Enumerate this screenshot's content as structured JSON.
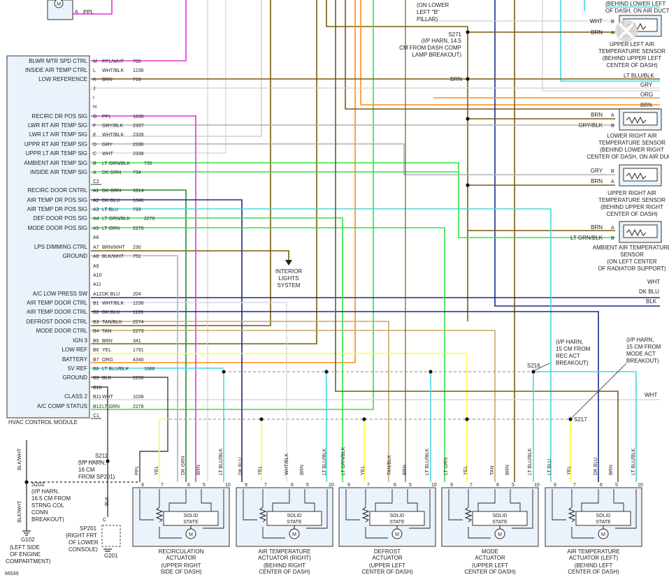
{
  "colors": {
    "pink": "#e531d8",
    "dkgrn": "#1f8a2b",
    "ltgrn": "#33e043",
    "dkblu": "#1a2a8a",
    "ltblu": "#45d9e0",
    "brn": "#7a5a10",
    "orange": "#ff8c1a",
    "yellow": "#ffff33",
    "gray": "#b0b0b0",
    "white": "#d0d0d0",
    "tan": "#c8a868",
    "black": "#222222",
    "module_fill": "#eaf3fb"
  },
  "top": {
    "motor_label": "M",
    "pin_a": "A",
    "ppl": "PPL",
    "door_note": [
      "(ON LOWER",
      "LEFT \"B\"",
      "PILLAR)"
    ],
    "s271": "S271",
    "s271_note": [
      "(I/P HARN, 14.5",
      "CM FROM DASH COMP",
      "LAMP BREAKOUT)"
    ],
    "brn_label": "BRN"
  },
  "module": {
    "name": "HVAC CONTROL MODULE",
    "pins": [
      {
        "label": "BLWR MTR SPD CTRL",
        "pin": "M",
        "wire": "PPL/WHT",
        "circuit": "760"
      },
      {
        "label": "INSIDE AIR TEMP CTRL",
        "pin": "L",
        "wire": "WHT/BLK",
        "circuit": "1236"
      },
      {
        "label": "LOW REFERENCE",
        "pin": "K",
        "wire": "BRN",
        "circuit": "718"
      },
      {
        "label": "",
        "pin": "J",
        "wire": "",
        "circuit": ""
      },
      {
        "label": "",
        "pin": "I",
        "wire": "",
        "circuit": ""
      },
      {
        "label": "",
        "pin": "H",
        "wire": "",
        "circuit": ""
      },
      {
        "label": "RECIRC DR POS SIG",
        "pin": "G",
        "wire": "PPL",
        "circuit": "1838"
      },
      {
        "label": "LWR RT AIR TEMP SIG",
        "pin": "F",
        "wire": "GRY/BLK",
        "circuit": "2337"
      },
      {
        "label": "LWR LT AIR TEMP SIG",
        "pin": "E",
        "wire": "WHT/BLK",
        "circuit": "2339"
      },
      {
        "label": "UPPR RT AIR TEMP SIG",
        "pin": "D",
        "wire": "GRY",
        "circuit": "2336"
      },
      {
        "label": "UPPR LT AIR TEMP SIG",
        "pin": "C",
        "wire": "WHT",
        "circuit": "2338"
      },
      {
        "label": "AMBIENT AIR TEMP SIG",
        "pin": "B",
        "wire": "LT GRN/BLK",
        "circuit": "735"
      },
      {
        "label": "INSIDE AIR TEMP SIG",
        "pin": "A",
        "wire": "DK GRN",
        "circuit": "734"
      },
      {
        "label": "",
        "pin": "C2",
        "wire": "",
        "circuit": ""
      },
      {
        "label": "RECIRC DOOR CNTRL",
        "pin": "A1",
        "wire": "DK GRN",
        "circuit": "1614"
      },
      {
        "label": "AIR TEMP DR POS SIG",
        "pin": "A2",
        "wire": "DK BLU",
        "circuit": "1646"
      },
      {
        "label": "AIR TEMP DR POS SIG",
        "pin": "A3",
        "wire": "LT BLU",
        "circuit": "733"
      },
      {
        "label": "DEF DOOR POS SIG",
        "pin": "A4",
        "wire": "LT GRN/BLK",
        "circuit": "2276"
      },
      {
        "label": "MODE DOOR POS SIG",
        "pin": "A5",
        "wire": "LT GRN",
        "circuit": "2275"
      },
      {
        "label": "",
        "pin": "A6",
        "wire": "",
        "circuit": ""
      },
      {
        "label": "LPS DIMMING CTRL",
        "pin": "A7",
        "wire": "BRN/WHT",
        "circuit": "230"
      },
      {
        "label": "GROUND",
        "pin": "A8",
        "wire": "BLK/WHT",
        "circuit": "751"
      },
      {
        "label": "",
        "pin": "A9",
        "wire": "",
        "circuit": ""
      },
      {
        "label": "",
        "pin": "A10",
        "wire": "",
        "circuit": ""
      },
      {
        "label": "",
        "pin": "A11",
        "wire": "",
        "circuit": ""
      },
      {
        "label": "A/C LOW PRESS SW",
        "pin": "A12",
        "wire": "DK BLU",
        "circuit": "204"
      },
      {
        "label": "AIR TEMP DOOR CTRL",
        "pin": "B1",
        "wire": "WHT/BLK",
        "circuit": "1236"
      },
      {
        "label": "AIR TEMP DOOR CTRL",
        "pin": "B2",
        "wire": "DK BLU",
        "circuit": "1199"
      },
      {
        "label": "DEFROST DOOR CTRL",
        "pin": "B3",
        "wire": "TAN/BLK",
        "circuit": "2274"
      },
      {
        "label": "MODE DOOR CTRL",
        "pin": "B4",
        "wire": "TAN",
        "circuit": "2273"
      },
      {
        "label": "IGN 3",
        "pin": "B5",
        "wire": "BRN",
        "circuit": "341"
      },
      {
        "label": "LOW REF",
        "pin": "B6",
        "wire": "YEL",
        "circuit": "1791"
      },
      {
        "label": "BATTERY",
        "pin": "B7",
        "wire": "ORG",
        "circuit": "4340"
      },
      {
        "label": "5V REF",
        "pin": "B8",
        "wire": "LT BLU/BLK",
        "circuit": "1688"
      },
      {
        "label": "GROUND",
        "pin": "B9",
        "wire": "BLK",
        "circuit": "2250"
      },
      {
        "label": "",
        "pin": "B10",
        "wire": "",
        "circuit": ""
      },
      {
        "label": "CLASS 2",
        "pin": "B11",
        "wire": "WHT",
        "circuit": "1038"
      },
      {
        "label": "A/C COMP STATUS",
        "pin": "B12",
        "wire": "LT GRN",
        "circuit": "2278"
      },
      {
        "label": "",
        "pin": "C1",
        "wire": "",
        "circuit": ""
      }
    ]
  },
  "interior_lights": [
    "INTERIOR",
    "LIGHTS",
    "SYSTEM"
  ],
  "sensors": [
    {
      "wires": [
        "WHT",
        "BRN"
      ],
      "pins": [
        "B",
        "A"
      ],
      "desc": [
        "UPPER LEFT AIR",
        "TEMPERATURE SENSOR",
        "(BEHIND UPPER LEFT",
        "CENTER OF DASH)"
      ]
    },
    {
      "wires": [
        "BRN",
        "GRY/BLK"
      ],
      "pins": [
        "A",
        "B"
      ],
      "desc": [
        "LOWER RIGHT AIR",
        "TEMPERATURE SENSOR",
        "(BEHIND LOWER RIGHT",
        "CENTER OF DASH, ON AIR DUCT)"
      ]
    },
    {
      "wires": [
        "GRY",
        "BRN"
      ],
      "pins": [
        "B",
        "A"
      ],
      "desc": [
        "UPPER RIGHT AIR",
        "TEMPERATURE SENSOR",
        "(BEHIND UPPER RIGHT",
        "CENTER OF DASH)"
      ]
    },
    {
      "wires": [
        "BRN",
        "LT GRN/BLK"
      ],
      "pins": [
        "A",
        "B"
      ],
      "desc": [
        "AMBIENT AIR TEMPERATURE",
        "SENSOR",
        "(ON LEFT CENTER",
        "OF RADIATOR SUPPORT)"
      ]
    }
  ],
  "top_right_note": [
    "(BEHIND LOWER LEFT",
    "OF DASH, ON AIR DUCT)"
  ],
  "right_wire_labels": [
    "LT BLU/BLK",
    "GRY",
    "ORG",
    "BRN",
    "WHT",
    "DK BLU",
    "BLK",
    "WHT"
  ],
  "splices": {
    "s216": "S216",
    "s216_note": [
      "(I/P HARN,",
      "15 CM FROM",
      "REC ACT",
      "BREAKOUT)"
    ],
    "s217": "S217",
    "s217_note": [
      "(I/P HARN,",
      "15 CM FROM",
      "MODE ACT",
      "BREAKOUT)"
    ],
    "s211": "S211",
    "s211_note": [
      "(I/P HARN,",
      "16 CM",
      "FROM SP201)"
    ],
    "s202": "S202",
    "s202_note": [
      "(I/P HARN,",
      "16.5 CM FROM",
      "STRNG COL",
      "CONN",
      "BREAKOUT)"
    ],
    "sp201": "SP201",
    "sp201_note": [
      "(RIGHT FRT",
      "OF LOWER",
      "CONSOLE)"
    ],
    "g102": "G102",
    "g102_note": [
      "(LEFT SIDE",
      "OF ENGINE",
      "COMPARTMENT)"
    ],
    "g201": "G201"
  },
  "ground_wires": {
    "blk_wht": "BLK/WHT",
    "blk": "BLK",
    "pin_c": "C"
  },
  "solid_state": [
    "SOLID",
    "STATE"
  ],
  "motor_symbol": "M",
  "actuators": [
    {
      "title": [
        "RECIRCULATION",
        "ACTUATOR"
      ],
      "loc": [
        "(UPPER RIGHT",
        "SIDE OF DASH)"
      ],
      "wires": [
        "PPL",
        "YEL",
        "DK GRN",
        "BRN",
        "LT BLU/BLK"
      ],
      "pins": [
        "9",
        "7",
        "6",
        "5",
        "10"
      ]
    },
    {
      "title": [
        "AIR TEMPERATURE",
        "ACTUATOR (RIGHT)"
      ],
      "loc": [
        "(BEHIND RIGHT",
        "CENTER OF DASH)"
      ],
      "wires": [
        "DK BLU",
        "YEL",
        "WHT/BLK",
        "BRN",
        "LT BLU/BLK"
      ],
      "pins": [
        "9",
        "7",
        "6",
        "5",
        "10"
      ]
    },
    {
      "title": [
        "DEFROST",
        "ACTUATOR"
      ],
      "loc": [
        "(UPPER LEFT",
        "CENTER OF DASH)"
      ],
      "wires": [
        "LT GRN/BLK",
        "YEL",
        "TAN/BLK",
        "BRN",
        "LT BLU/BLK"
      ],
      "pins": [
        "9",
        "7",
        "6",
        "5",
        "10"
      ]
    },
    {
      "title": [
        "MODE",
        "ACTUATOR"
      ],
      "loc": [
        "(UPPER LEFT",
        "CENTER OF DASH)"
      ],
      "wires": [
        "LT GRN",
        "YEL",
        "TAN",
        "BRN",
        "LT BLU/BLK"
      ],
      "pins": [
        "9",
        "7",
        "6",
        "5",
        "10"
      ]
    },
    {
      "title": [
        "AIR TEMPERATURE",
        "ACTUATOR (LEFT)"
      ],
      "loc": [
        "(BEHIND LEFT",
        "CENTER OF DASH)"
      ],
      "wires": [
        "LT BLU",
        "YEL",
        "DK BLU",
        "BRN",
        "LT BLU/BLK"
      ],
      "pins": [
        "9",
        "7",
        "6",
        "5",
        "10"
      ]
    }
  ],
  "diagram_id": "66539"
}
